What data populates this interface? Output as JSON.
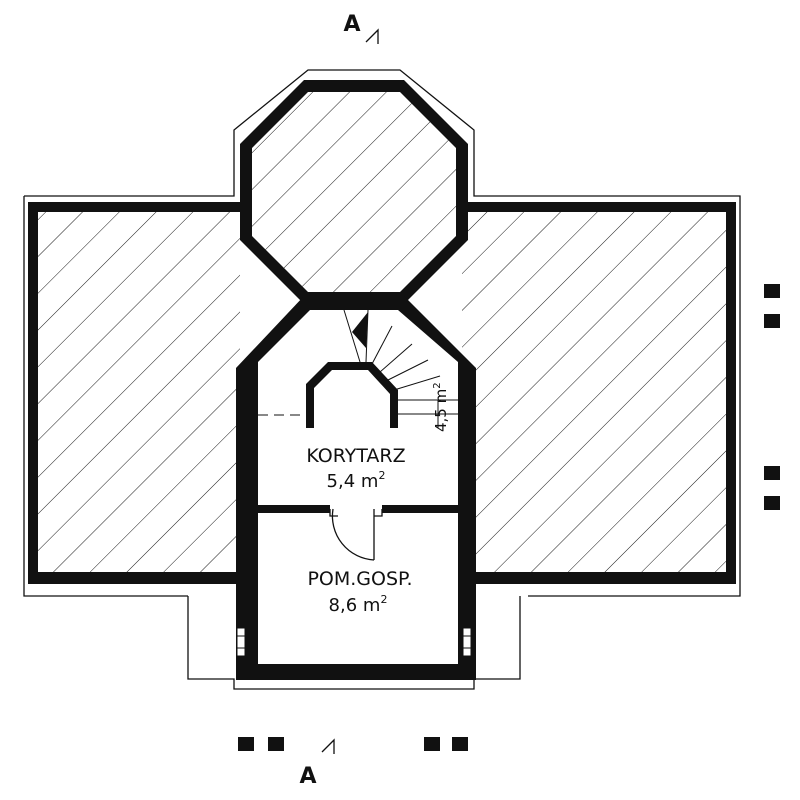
{
  "section_marker": "A",
  "rooms": [
    {
      "name": "KORYTARZ",
      "area": "5,4 m",
      "sup": "2"
    },
    {
      "name": "POM.GOSP.",
      "area": "8,6 m",
      "sup": "2"
    }
  ],
  "stair_area": {
    "text": "4,5 m",
    "sup": "2"
  },
  "colors": {
    "wall": "#111111",
    "hatch": "#1a1a1a",
    "background": "#ffffff"
  }
}
